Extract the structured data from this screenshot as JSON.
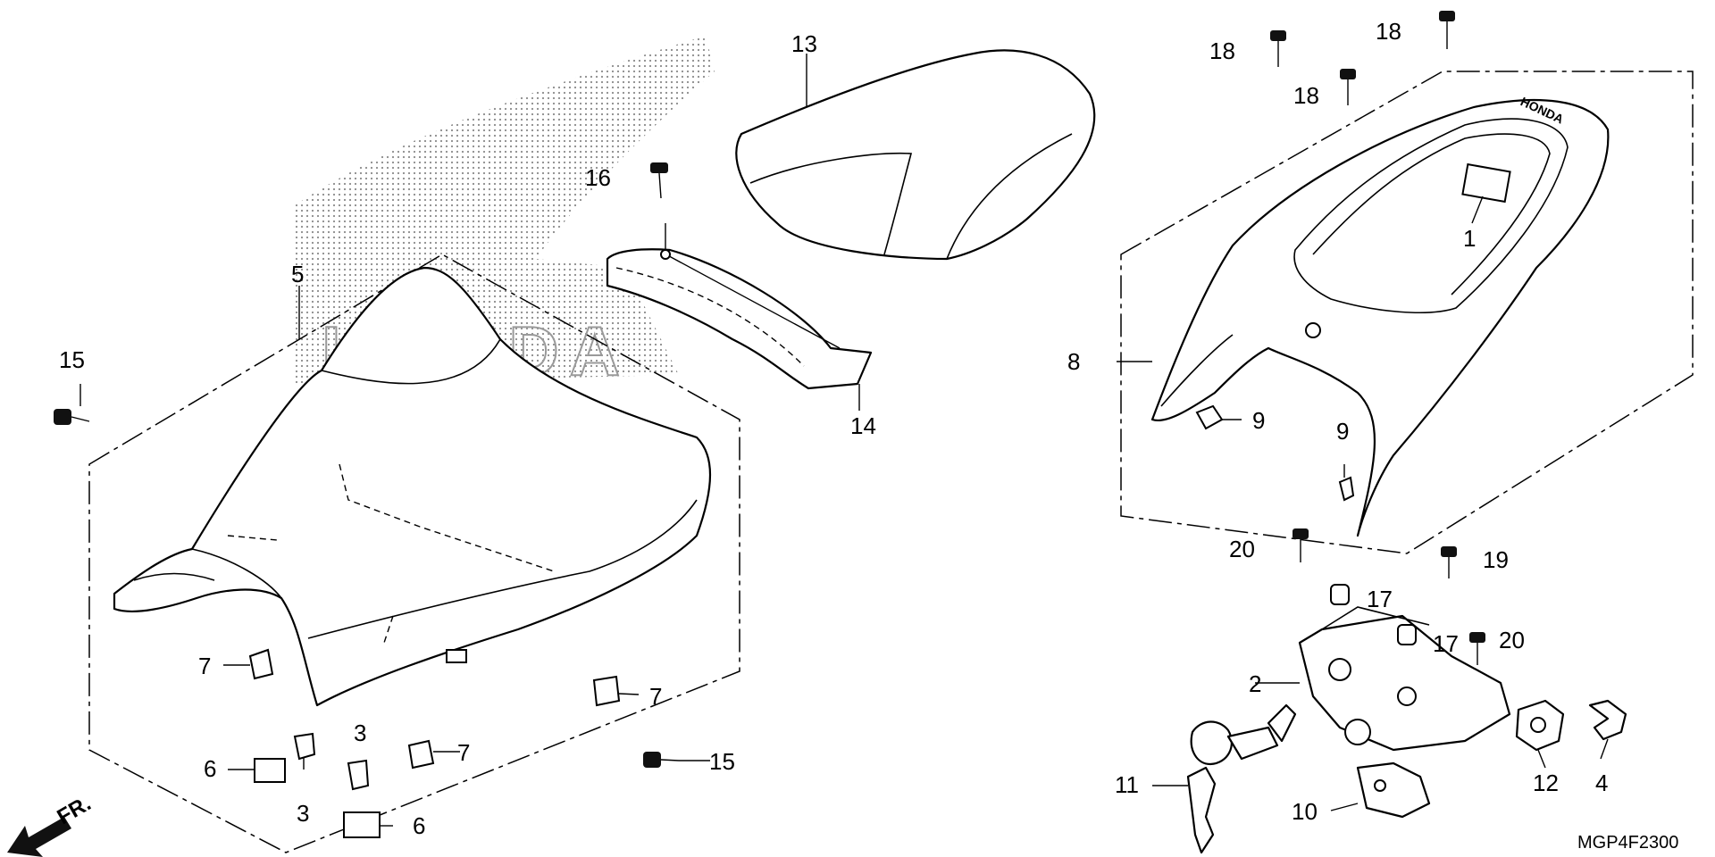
{
  "diagram": {
    "drawing_code": "MGP4F2300",
    "direction_marker": "FR.",
    "watermark_text": "HONDA",
    "labels": {
      "p1": "1",
      "p2": "2",
      "p3a": "3",
      "p3b": "3",
      "p4": "4",
      "p5": "5",
      "p6a": "6",
      "p6b": "6",
      "p7a": "7",
      "p7b": "7",
      "p7c": "7",
      "p8": "8",
      "p9a": "9",
      "p9b": "9",
      "p10": "10",
      "p11": "11",
      "p12": "12",
      "p13": "13",
      "p14": "14",
      "p15a": "15",
      "p15b": "15",
      "p16": "16",
      "p17a": "17",
      "p17b": "17",
      "p18a": "18",
      "p18b": "18",
      "p18c": "18",
      "p19": "19",
      "p20a": "20",
      "p20b": "20"
    }
  }
}
